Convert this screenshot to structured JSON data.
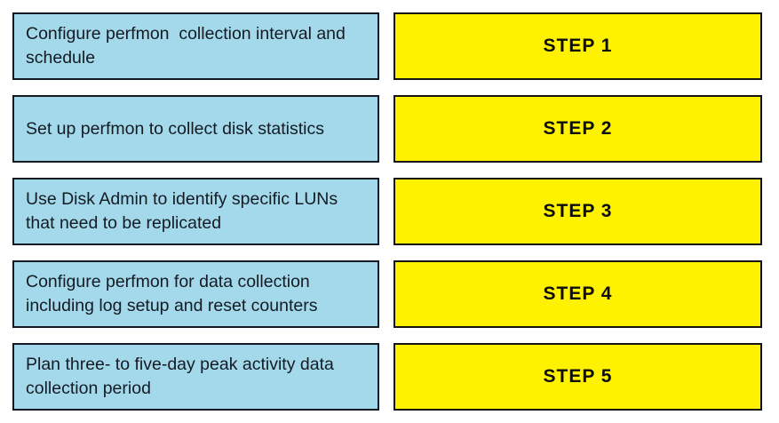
{
  "exercise": {
    "kind": "drag-and-drop-ordering",
    "rows": [
      {
        "task": "Configure perfmon  collection interval and schedule",
        "step": "STEP 1"
      },
      {
        "task": "Set up perfmon to collect disk statistics",
        "step": "STEP 2"
      },
      {
        "task": "Use Disk Admin to identify specific LUNs that need to be replicated",
        "step": "STEP 3"
      },
      {
        "task": "Configure perfmon for data collection including log setup and reset counters",
        "step": "STEP 4"
      },
      {
        "task": "Plan three- to five-day peak activity data collection period",
        "step": "STEP 5"
      }
    ]
  },
  "colors": {
    "task_box_fill": "#a3d9ea",
    "step_box_fill": "#fff200",
    "box_border": "#141a22",
    "text": "#151b23",
    "background": "#ffffff"
  }
}
